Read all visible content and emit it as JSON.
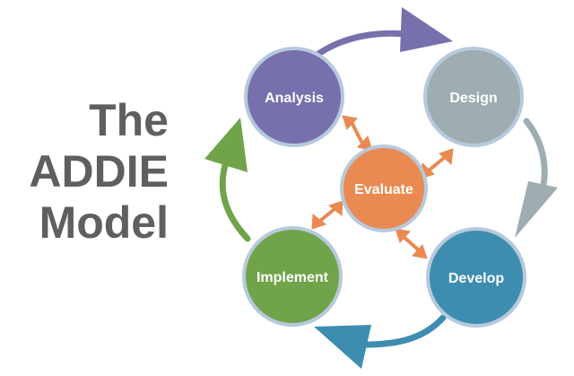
{
  "title": {
    "line1": "The",
    "line2": "ADDIE",
    "line3": "Model"
  },
  "phases": {
    "analysis": "Analysis",
    "design": "Design",
    "develop": "Develop",
    "implement": "Implement",
    "evaluate": "Evaluate"
  },
  "colors": {
    "title_text": "#5f5f5f",
    "analysis": "#7670ad",
    "design": "#9eadb2",
    "develop": "#3d8db0",
    "implement": "#70a34a",
    "evaluate": "#e98a52",
    "node_border": "#b7c9dc"
  }
}
